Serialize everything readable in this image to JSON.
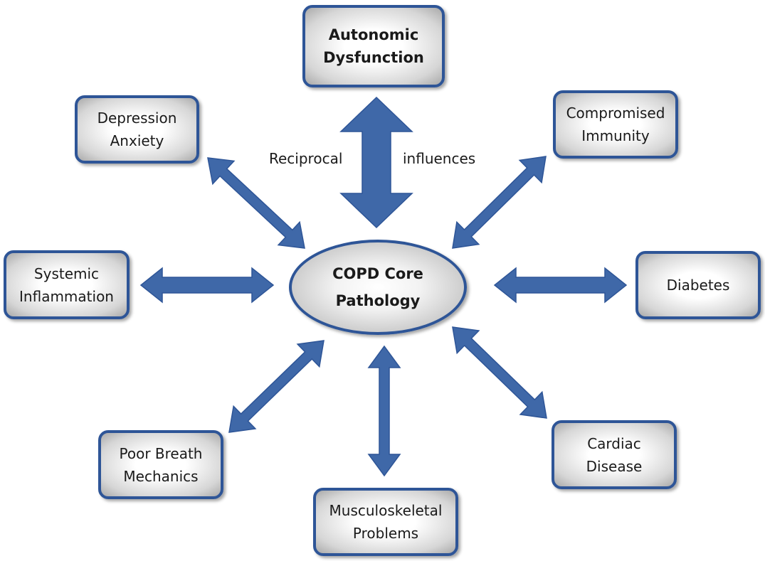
{
  "core": {
    "line1": "COPD Core",
    "line2": "Pathology"
  },
  "caption": {
    "left": "Reciprocal",
    "right": "influences"
  },
  "nodes": {
    "autonomic": {
      "line1": "Autonomic",
      "line2": "Dysfunction"
    },
    "depression": {
      "line1": "Depression",
      "line2": "Anxiety"
    },
    "immunity": {
      "line1": "Compromised",
      "line2": "Immunity"
    },
    "inflammation": {
      "line1": "Systemic",
      "line2": "Inflammation"
    },
    "diabetes": {
      "line1": "Diabetes"
    },
    "breath": {
      "line1": "Poor Breath",
      "line2": "Mechanics"
    },
    "musculo": {
      "line1": "Musculoskeletal",
      "line2": "Problems"
    },
    "cardiac": {
      "line1": "Cardiac",
      "line2": "Disease"
    }
  },
  "colors": {
    "arrow": "#3f68a8",
    "arrow_edge": "#2e5597",
    "border": "#2e5597"
  }
}
